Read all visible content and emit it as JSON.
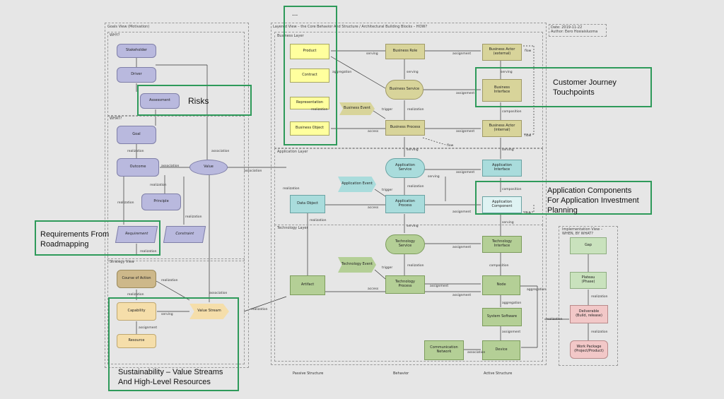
{
  "date_box": {
    "line1": "Date: 2019-11-22",
    "line2": "Author: Eero Hosiaisluoma"
  },
  "goals_view": {
    "title": "Goals View (Motivation)",
    "why": "WHY?",
    "what": "WHAT?",
    "stakeholder": "Stakeholder",
    "driver": "Driver",
    "assessment": "Assessment",
    "goal": "Goal",
    "outcome": "Outcome",
    "value": "Value",
    "principle": "Principle",
    "requirement": "Requirement",
    "constraint": "Constraint"
  },
  "strategy_view": {
    "title": "Strategy View",
    "course_of_action": "Course of Action",
    "capability": "Capability",
    "value_stream": "Value Stream",
    "resource": "Resource"
  },
  "layered_view": {
    "title": "Layered View – the Core Behavior And Structure  / Architectural Building Blocks – HOW?",
    "business_layer": "Business Layer",
    "application_layer": "Application Layer",
    "technology_layer": "Technology Layer",
    "product": "Product",
    "contract": "Contract",
    "representation": "Representation",
    "business_object": "Business Object",
    "business_role": "Business Role",
    "business_service": "Business Service",
    "business_event": "Business Event",
    "business_process": "Business Process",
    "business_actor_ext": "Business Actor\n(external)",
    "business_interface": "Business\nInterface",
    "business_actor_int": "Business Actor\n(internal)",
    "application_service": "Application\nService",
    "application_event": "Application Event",
    "application_process": "Application\nProcess",
    "application_interface": "Application\nInterface",
    "application_component": "Application\nComponent",
    "data_object": "Data Object",
    "technology_service": "Technology\nService",
    "technology_event": "Technology Event",
    "technology_process": "Technology\nProcess",
    "technology_interface": "Technology\nInterface",
    "node": "Node",
    "system_software": "System Software",
    "device": "Device",
    "communication_network": "Communication\nNetwork",
    "artifact": "Artifact",
    "passive_structure": "Passive Structure",
    "behavior": "Behavior",
    "active_structure": "Active Structure",
    "ellipsis": "..."
  },
  "implementation_view": {
    "title": "Implementation View –\nWHEN, BY WHAT?",
    "gap": "Gap",
    "plateau": "Plateau\n(Phase)",
    "deliverable": "Deliverable\n(Build, release)",
    "work_package": "Work Package\n(Project/Product)"
  },
  "relations": {
    "realization": "realization",
    "association": "association",
    "assignment": "assignment",
    "serving": "serving",
    "aggregation": "aggregation",
    "composition": "composition",
    "trigger": "trigger",
    "access": "access",
    "flow": "flow"
  },
  "callouts": {
    "risks": "Risks",
    "customer_journey": [
      "Customer Journey",
      "Touchpoints"
    ],
    "app_components": [
      "Application Components",
      "For Application Investment",
      "Planning"
    ],
    "requirements": [
      "Requirements From",
      "Roadmapping"
    ],
    "sustainability": [
      "Sustainability – Value Streams",
      "And High-Level Resources"
    ]
  }
}
